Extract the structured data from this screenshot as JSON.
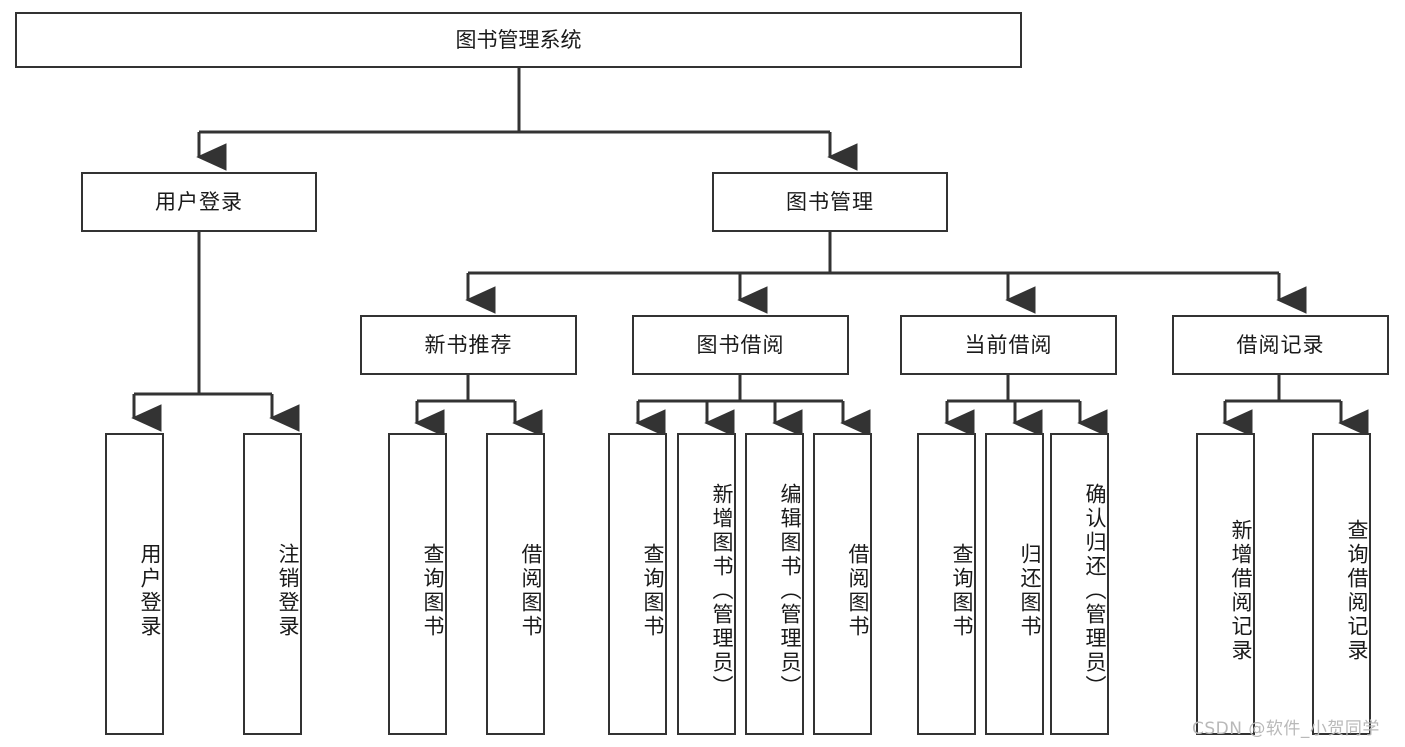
{
  "diagram": {
    "title": "图书管理系统",
    "watermark": "CSDN @软件_小贺同学",
    "root": {
      "label": "图书管理系统"
    },
    "level1": [
      {
        "label": "用户登录"
      },
      {
        "label": "图书管理"
      }
    ],
    "level2": [
      {
        "label": "新书推荐"
      },
      {
        "label": "图书借阅"
      },
      {
        "label": "当前借阅"
      },
      {
        "label": "借阅记录"
      }
    ],
    "leaves": {
      "user_login": [
        {
          "label": "用户登录"
        },
        {
          "label": "注销登录"
        }
      ],
      "new_book": [
        {
          "label": "查询图书"
        },
        {
          "label": "借阅图书"
        }
      ],
      "book_borrow": [
        {
          "label": "查询图书"
        },
        {
          "label": "新增图书（管理员）"
        },
        {
          "label": "编辑图书（管理员）"
        },
        {
          "label": "借阅图书"
        }
      ],
      "current_borrow": [
        {
          "label": "查询图书"
        },
        {
          "label": "归还图书"
        },
        {
          "label": "确认归还（管理员）"
        }
      ],
      "borrow_record": [
        {
          "label": "新增借阅记录"
        },
        {
          "label": "查询借阅记录"
        }
      ]
    },
    "colors": {
      "stroke": "#333333",
      "fill": "#ffffff",
      "text": "#1a1a1a",
      "watermark": "#b9b9b9"
    }
  }
}
